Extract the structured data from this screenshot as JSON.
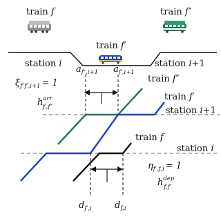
{
  "colors": {
    "train_f": "#8f8f8f",
    "train_f_prime": "#2040c8",
    "train_f_dprime": "#1f7a55",
    "black": "#111111",
    "dash": "#666666"
  },
  "illustration": {
    "train_f_label": "train",
    "train_f_sym": "f",
    "train_fp_label": "train",
    "train_fp_sym": "f",
    "train_fpp_label": "train",
    "train_fpp_sym": "f",
    "station_left_label": "station",
    "station_left_sym": "i",
    "station_right_label": "station",
    "station_right_sym": "i",
    "station_right_suffix": "+1"
  },
  "timeline": {
    "train_fpp_label": "train",
    "train_fpp_sym": "f",
    "train_fp_label": "train",
    "train_fp_sym": "f",
    "train_f_label": "train",
    "train_f_sym": "f",
    "station_upper_label": "station",
    "station_upper_sym": "i",
    "station_upper_suffix": "+1",
    "station_lower_label": "station",
    "station_lower_sym": "i",
    "a_fpp_sym": "a",
    "a_fpp_sub": "f″,i+1",
    "a_fp_sym": "a",
    "a_fp_sub": "f′,i+1",
    "xi_sym": "ξ",
    "xi_sub": "f″f′,i+1",
    "xi_value": "= 1",
    "h_arr_sym": "h",
    "h_arr_sup": "arr",
    "h_arr_sub": "f′,f″",
    "eta_sym": "η",
    "eta_sub": "f′,f,i",
    "eta_value": "= 1",
    "h_dep_sym": "h",
    "h_dep_sup": "dep",
    "h_dep_sub": "f,f′",
    "d_fp_sym": "d",
    "d_fp_sub": "f′,i",
    "d_f_sym": "d",
    "d_f_sub": "f,i"
  }
}
